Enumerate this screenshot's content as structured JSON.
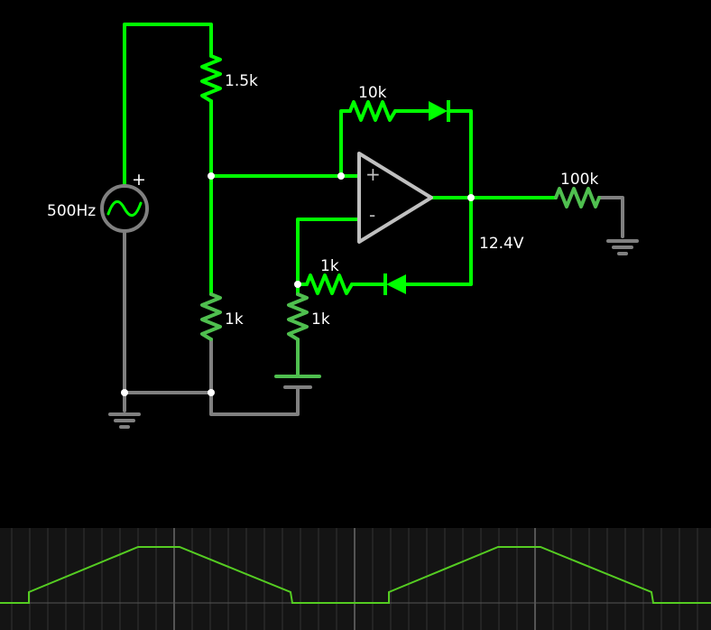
{
  "components": {
    "source_freq": "500Hz",
    "source_plus": "+",
    "r_top": "1.5k",
    "r_bottom": "1k",
    "r_feedback": "10k",
    "r_neg_series": "1k",
    "r_neg_ground": "1k",
    "r_load": "100k",
    "opamp_plus": "+",
    "opamp_minus": "-",
    "output_voltage": "12.4V"
  },
  "colors": {
    "active_wire": "#00ff00",
    "idle_wire": "#808080",
    "mid_wire": "#4fbf4f",
    "opamp": "#c0c0c0",
    "node": "#ffffff",
    "scope_trace": "#55cc22",
    "scope_grid": "#333333"
  },
  "scope": {
    "trace": [
      {
        "t": 0,
        "v": 0
      },
      {
        "t": 32,
        "v": 0
      },
      {
        "t": 32,
        "v": 0.12
      },
      {
        "t": 153,
        "v": 0.62
      },
      {
        "t": 199,
        "v": 0.62
      },
      {
        "t": 322,
        "v": 0.12
      },
      {
        "t": 324,
        "v": 0
      },
      {
        "t": 431,
        "v": 0
      },
      {
        "t": 431,
        "v": 0.12
      },
      {
        "t": 552,
        "v": 0.62
      },
      {
        "t": 599,
        "v": 0.62
      },
      {
        "t": 722,
        "v": 0.12
      },
      {
        "t": 724,
        "v": 0
      },
      {
        "t": 788,
        "v": 0
      }
    ]
  }
}
